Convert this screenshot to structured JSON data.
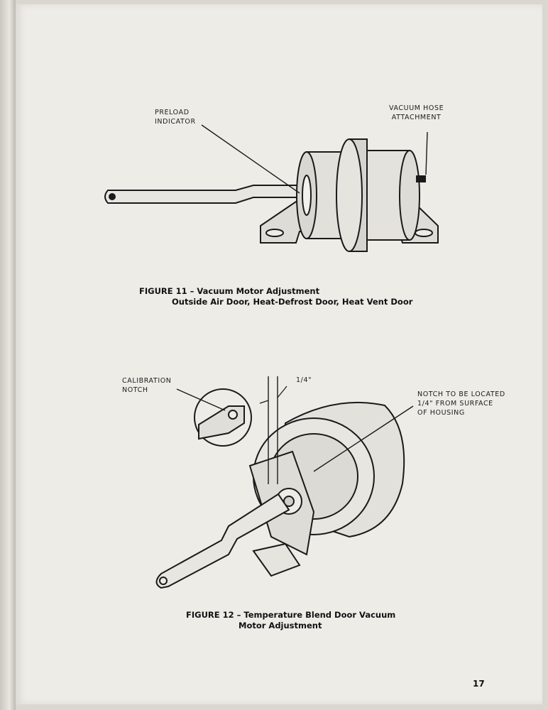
{
  "figures": [
    {
      "caption": "FIGURE 11 – Vacuum Motor Adjustment",
      "caption_line2": "Outside Air Door, Heat-Defrost Door, Heat Vent Door",
      "labels": {
        "preload_indicator": "PRELOAD\nINDICATOR",
        "vacuum_hose": "VACUUM HOSE\nATTACHMENT"
      }
    },
    {
      "caption": "FIGURE 12 – Temperature Blend Door Vacuum",
      "caption_line2": "Motor Adjustment",
      "labels": {
        "calibration_notch": "CALIBRATION\nNOTCH",
        "dimension": "1/4\"",
        "notch_location": "NOTCH TO BE LOCATED\n1/4\" FROM SURFACE\nOF HOUSING"
      }
    }
  ],
  "page_number": "17"
}
